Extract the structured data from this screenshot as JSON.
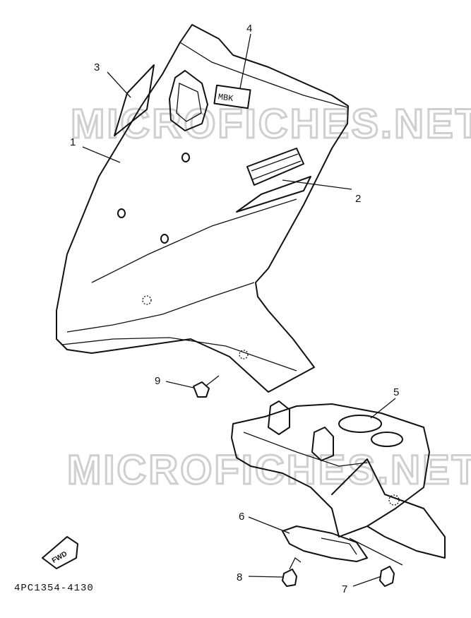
{
  "watermark": "MICROFICHES.NET",
  "diagram_code": "4PC1354-4130",
  "emblem_text": "MBK",
  "fwd_badge": "FWD",
  "callouts": {
    "c1": "1",
    "c2": "2",
    "c3": "3",
    "c4": "4",
    "c5": "5",
    "c6": "6",
    "c7": "7",
    "c8": "8",
    "c9": "9"
  }
}
